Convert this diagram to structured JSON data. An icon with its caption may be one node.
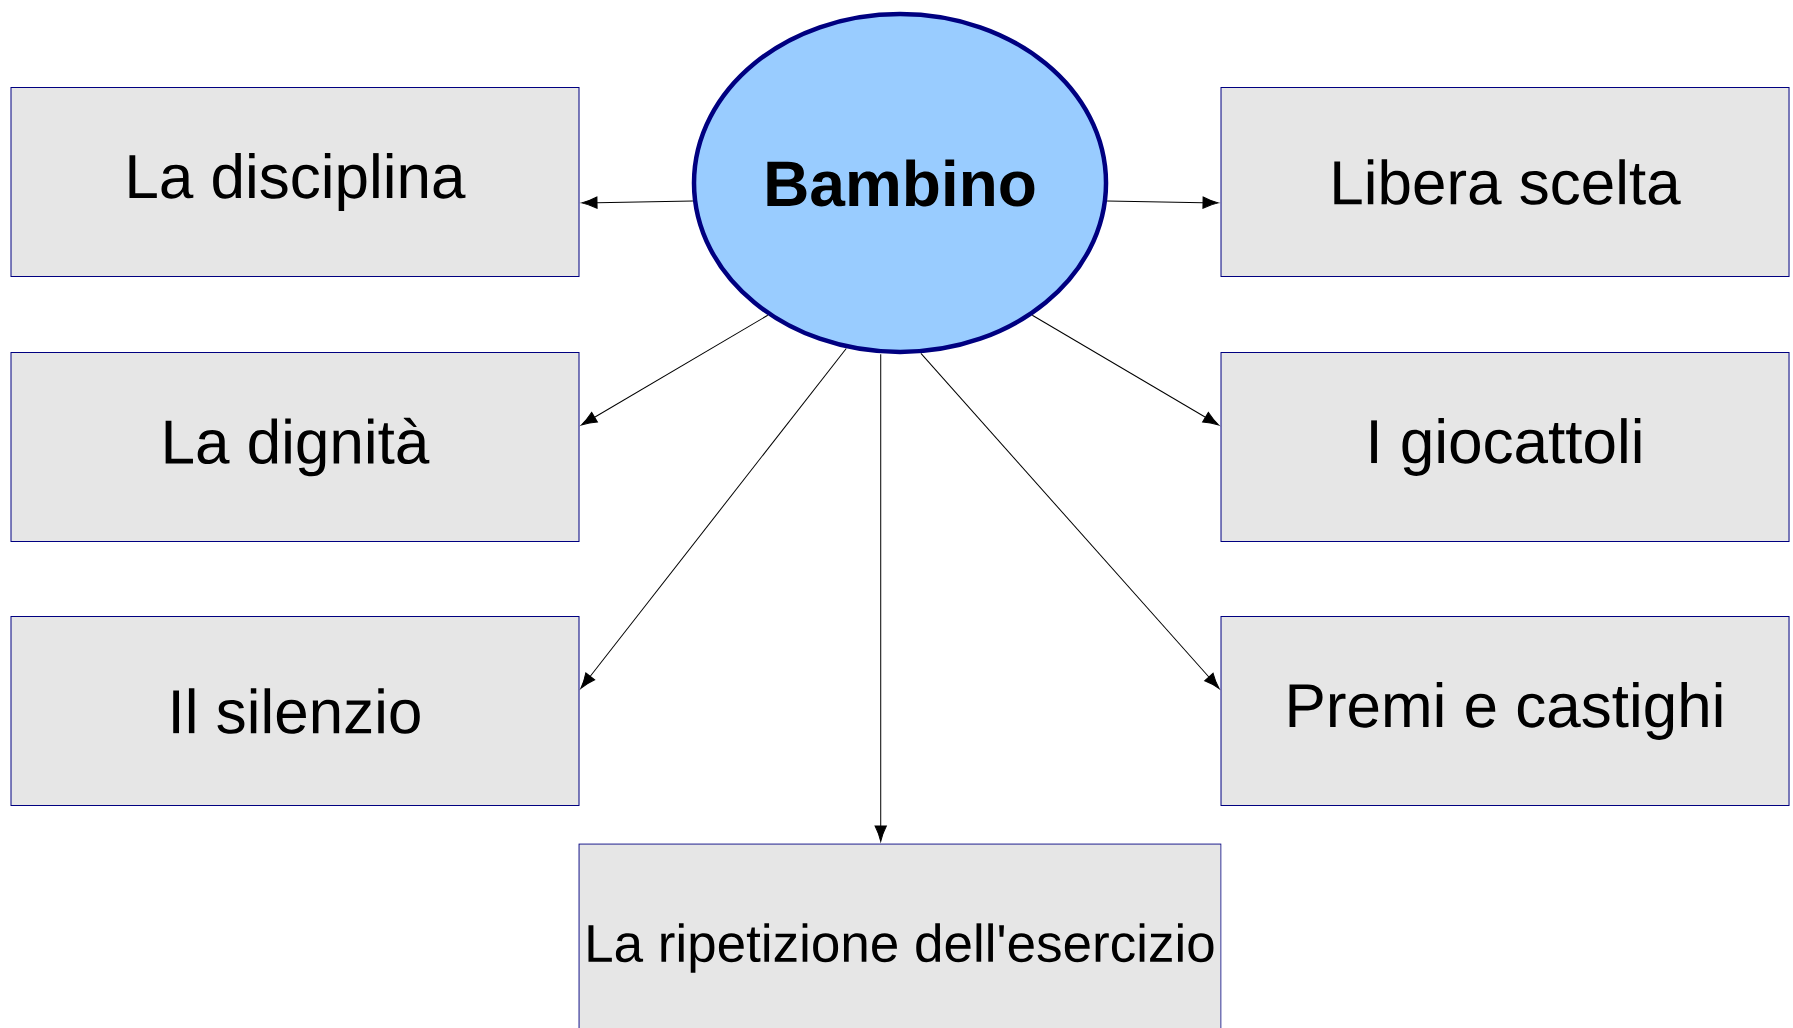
{
  "diagram": {
    "nodes": [
      {
        "text": [
          "Bambino"
        ]
      },
      {
        "text": [
          "La disciplina"
        ]
      },
      {
        "text": [
          "La dignità"
        ]
      },
      {
        "text": [
          "Il silenzio"
        ]
      },
      {
        "text": [
          "Libera scelta"
        ]
      },
      {
        "text": [
          "I giocattoli"
        ]
      },
      {
        "text": [
          "Premi e castighi"
        ]
      },
      {
        "text": [
          "La ripetizione dell'esercizio"
        ]
      }
    ],
    "edges": [
      {
        "from": 0,
        "to": 1,
        "arrow": "to"
      },
      {
        "from": 0,
        "to": 2,
        "arrow": "to"
      },
      {
        "from": 0,
        "to": 3,
        "arrow": "to"
      },
      {
        "from": 0,
        "to": 4,
        "arrow": "to"
      },
      {
        "from": 0,
        "to": 5,
        "arrow": "to"
      },
      {
        "from": 0,
        "to": 6,
        "arrow": "to"
      },
      {
        "from": 0,
        "to": 7,
        "arrow": "to"
      }
    ]
  }
}
